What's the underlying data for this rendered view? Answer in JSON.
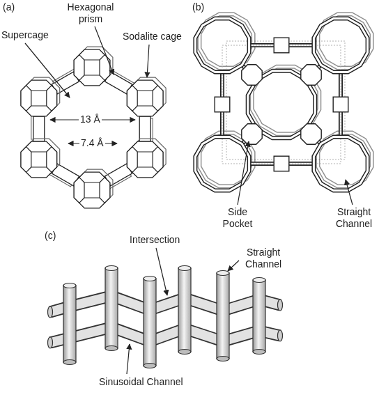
{
  "diagram": {
    "labels": [
      "(a)",
      "Hexagonal prism",
      "Supercage",
      "Sodalite cage",
      "13 Å",
      "7.4 Å",
      "(b)",
      "Side Pocket",
      "Straight Channel",
      "(c)",
      "Intersection",
      "Straight Channel",
      "Sinusoidal Channel"
    ]
  }
}
